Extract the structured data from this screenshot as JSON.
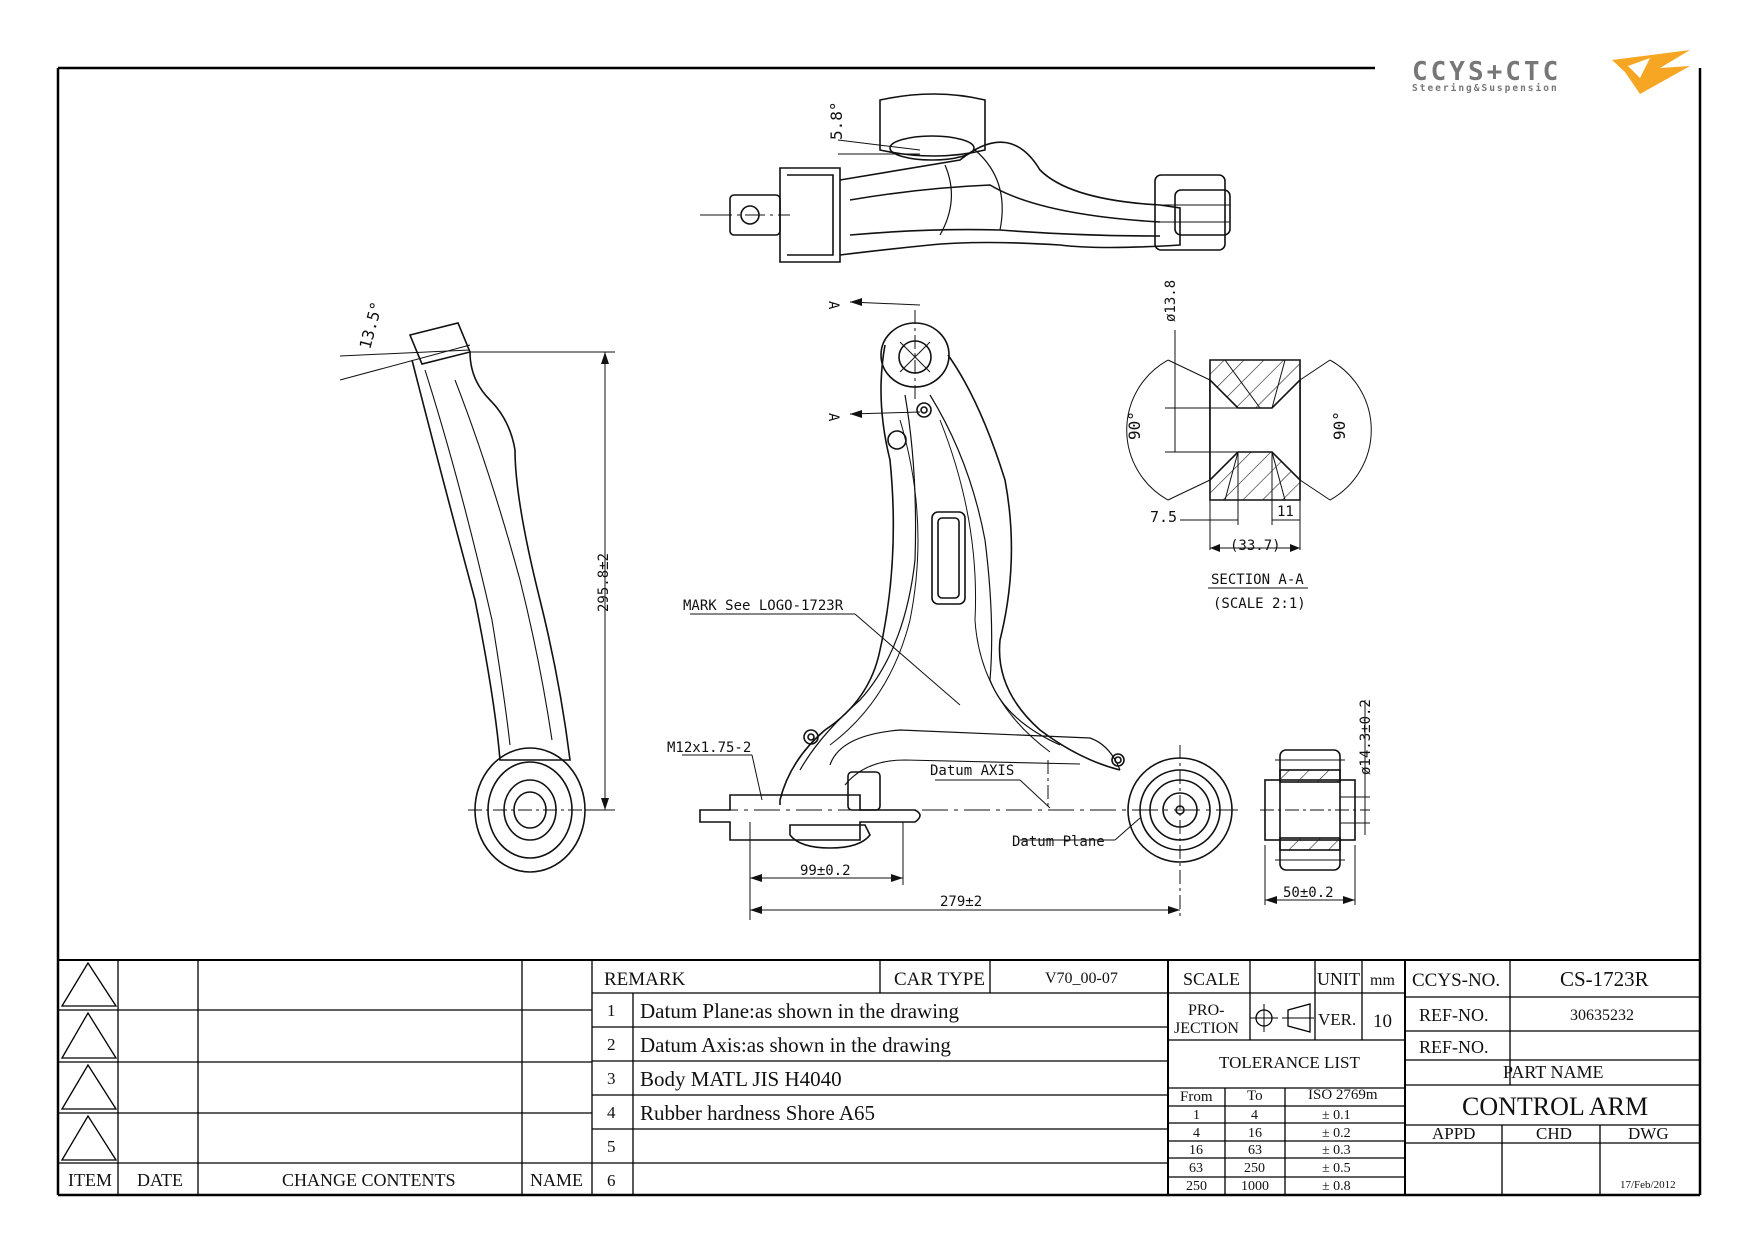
{
  "logo": {
    "wordmark": "CCYS+CTC",
    "tagline": "Steering&Suspension",
    "accent_color": "#f6a623"
  },
  "drawing": {
    "angle_top": "5.8°",
    "angle_side": "13.5°",
    "height_dim": "295.8±2",
    "section_mark_a_upper": "A",
    "section_mark_a_lower": "A",
    "mark_note": "MARK See LOGO-1723R",
    "thread_note": "M12x1.75-2",
    "datum_axis": "Datum AXIS",
    "datum_plane": "Datum Plane",
    "dim_99": "99±0.2",
    "dim_279": "279±2",
    "dim_50": "50±0.2",
    "dim_dia_14_3": "ø14.3±0.2",
    "section": {
      "dia": "ø13.8",
      "angle_left": "90°",
      "angle_right": "90°",
      "dim_7_5": "7.5",
      "dim_11": "11",
      "dim_33_7": "(33.7)",
      "title": "SECTION A-A",
      "scale": "(SCALE 2:1)"
    }
  },
  "revisions": {
    "headers": {
      "item": "ITEM",
      "date": "DATE",
      "change": "CHANGE CONTENTS",
      "name": "NAME"
    }
  },
  "remarks": {
    "header": "REMARK",
    "car_type_label": "CAR TYPE",
    "car_type_value": "V70_00-07",
    "rows": [
      {
        "num": "1",
        "text": "Datum Plane:as shown in the drawing"
      },
      {
        "num": "2",
        "text": "Datum Axis:as shown in the drawing"
      },
      {
        "num": "3",
        "text": "Body MATL JIS H4040"
      },
      {
        "num": "4",
        "text": "Rubber hardness Shore A65"
      },
      {
        "num": "5",
        "text": ""
      },
      {
        "num": "6",
        "text": ""
      }
    ]
  },
  "info": {
    "scale_label": "SCALE",
    "unit_label": "UNIT",
    "unit_value": "mm",
    "projection_label_1": "PRO-",
    "projection_label_2": "JECTION",
    "ver_label": "VER.",
    "ver_value": "10",
    "tolerance_title": "TOLERANCE LIST",
    "tol_headers": {
      "from": "From",
      "to": "To",
      "iso": "ISO 2769m"
    },
    "tolerances": [
      {
        "from": "1",
        "to": "4",
        "tol": "± 0.1"
      },
      {
        "from": "4",
        "to": "16",
        "tol": "± 0.2"
      },
      {
        "from": "16",
        "to": "63",
        "tol": "± 0.3"
      },
      {
        "from": "63",
        "to": "250",
        "tol": "± 0.5"
      },
      {
        "from": "250",
        "to": "1000",
        "tol": "± 0.8"
      }
    ],
    "ccys_label": "CCYS-NO.",
    "ccys_value": "CS-1723R",
    "ref_label_1": "REF-NO.",
    "ref_value_1": "30635232",
    "ref_label_2": "REF-NO.",
    "ref_value_2": "",
    "part_name_label": "PART NAME",
    "part_name": "CONTROL ARM",
    "appd": "APPD",
    "chd": "CHD",
    "dwg": "DWG",
    "date": "17/Feb/2012"
  }
}
